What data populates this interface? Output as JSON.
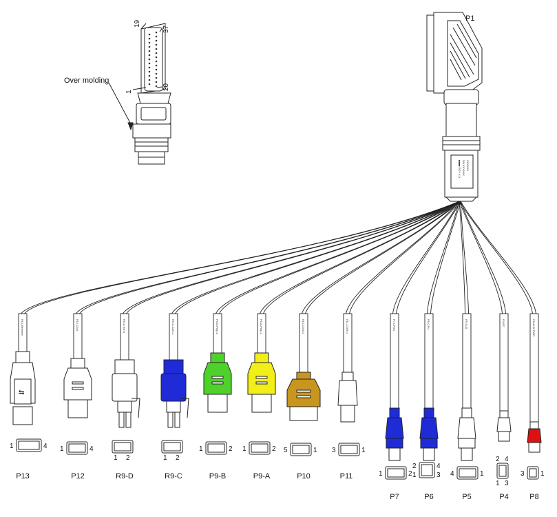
{
  "callouts": {
    "over_molding": "Over molding",
    "pin_19": "19",
    "pin_37": "37",
    "pin_1": "1",
    "pin_20": "20",
    "p1": "P1"
  },
  "colors": {
    "line": "#222222",
    "blue": "#1f2bd6",
    "green": "#4fd12b",
    "yellow": "#f2ee18",
    "amber": "#c8961e",
    "red": "#dd1111",
    "gray_body": "#ffffff"
  },
  "connectors": [
    {
      "id": "p13",
      "title": "P13",
      "color": "#ffffff",
      "type": "usb",
      "label": "P13-Ethernet",
      "face": {
        "left": "1",
        "right": "4"
      }
    },
    {
      "id": "p12",
      "title": "P12",
      "color": "#ffffff",
      "type": "plain",
      "label": "P12-CAN",
      "face": {
        "left": "1",
        "right": "4"
      }
    },
    {
      "id": "r9d",
      "title": "R9-D",
      "color": "#ffffff",
      "type": "rj",
      "label": "R9-D-INTG",
      "face": {
        "bottom_left": "1",
        "bottom_right": "2"
      }
    },
    {
      "id": "r9c",
      "title": "R9-C",
      "color": "#1f2bd6",
      "type": "rj",
      "label": "R9-C-CAN-1",
      "face": {
        "bottom_left": "1",
        "bottom_right": "2"
      }
    },
    {
      "id": "p9b",
      "title": "P9-B",
      "color": "#4fd12b",
      "type": "plain",
      "label": "P9-B-Pmp-2",
      "face": {
        "left": "1",
        "right": "2"
      }
    },
    {
      "id": "p9a",
      "title": "P9-A",
      "color": "#f2ee18",
      "type": "plain",
      "label": "P9-A-Pmp-1",
      "face": {
        "left": "1",
        "right": "2"
      }
    },
    {
      "id": "p10",
      "title": "P10",
      "color": "#c8961e",
      "type": "wide",
      "label": "P10-COM-2",
      "face": {
        "left": "5",
        "right": "1"
      }
    },
    {
      "id": "p11",
      "title": "P11",
      "color": "#ffffff",
      "type": "slim",
      "label": "P11-COM-1",
      "face": {
        "left": "3",
        "right": "1"
      }
    },
    {
      "id": "p7",
      "title": "P7",
      "color": "#1f2bd6",
      "type": "tall",
      "label": "P7-LPGS",
      "face": {
        "left": "1",
        "right": "2"
      }
    },
    {
      "id": "p6",
      "title": "P6",
      "color": "#1f2bd6",
      "type": "tall",
      "label": "P6-CAN",
      "face": {
        "left_top": "2",
        "left_bottom": "1",
        "right_top": "4",
        "right_bottom": "3"
      }
    },
    {
      "id": "p5",
      "title": "P5",
      "color": "#ffffff",
      "type": "tall",
      "label": "P5-SUS",
      "face": {
        "left": "4",
        "right": "1"
      }
    },
    {
      "id": "p4",
      "title": "P4",
      "color": "#ffffff",
      "type": "small",
      "label": "P4-PC",
      "face": {
        "top_left": "2",
        "top_right": "4",
        "bottom_left": "1",
        "bottom_right": "3"
      }
    },
    {
      "id": "p8",
      "title": "P8",
      "color": "#dd1111",
      "type": "small",
      "label": "P8-AUX-PWR",
      "face": {
        "left": "3",
        "right": "1"
      }
    }
  ]
}
